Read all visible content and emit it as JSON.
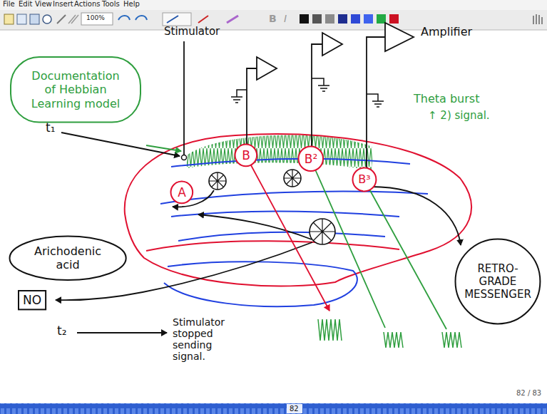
{
  "diagram": {
    "nodes": [
      {
        "text": [
          "Documentation of Hebbian Learning model"
        ]
      },
      {
        "text": [
          "A"
        ]
      },
      {
        "text": [
          "B"
        ]
      },
      {
        "text": [
          "B²"
        ]
      },
      {
        "text": [
          "B³"
        ]
      },
      {
        "text": [
          "Arichodenic acid"
        ]
      },
      {
        "text": [
          "NO"
        ]
      },
      {
        "text": [
          "RETRO-GRADE MESSENGER"
        ]
      }
    ],
    "labels": [
      "File",
      "Edit",
      "View",
      "Insert",
      "Actions",
      "Tools",
      "Help",
      "100%",
      "Stimulator",
      "Amplifier",
      "t₁",
      "Theta burst",
      "↑ 2) signal.",
      "t₂",
      "Stimulator stopped sending signal.",
      "82 / 83",
      "82",
      "B",
      "I"
    ]
  }
}
